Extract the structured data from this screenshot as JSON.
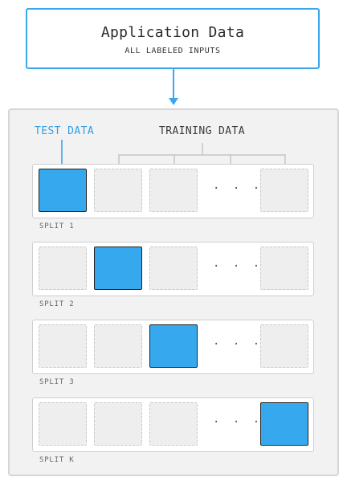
{
  "top": {
    "title": "Application Data",
    "subtitle": "ALL LABELED INPUTS"
  },
  "labels": {
    "test": "TEST DATA",
    "training": "TRAINING DATA"
  },
  "ellipsis": "· · ·",
  "colors": {
    "accent": "#36a9ee",
    "accent_border": "#3aa6ee",
    "train_fill": "#eeeeee",
    "panel": "#f2f2f2"
  },
  "splits": [
    {
      "label": "SPLIT 1",
      "test_index": 0
    },
    {
      "label": "SPLIT 2",
      "test_index": 1
    },
    {
      "label": "SPLIT 3",
      "test_index": 2
    },
    {
      "label": "SPLIT K",
      "test_index": 3
    }
  ]
}
